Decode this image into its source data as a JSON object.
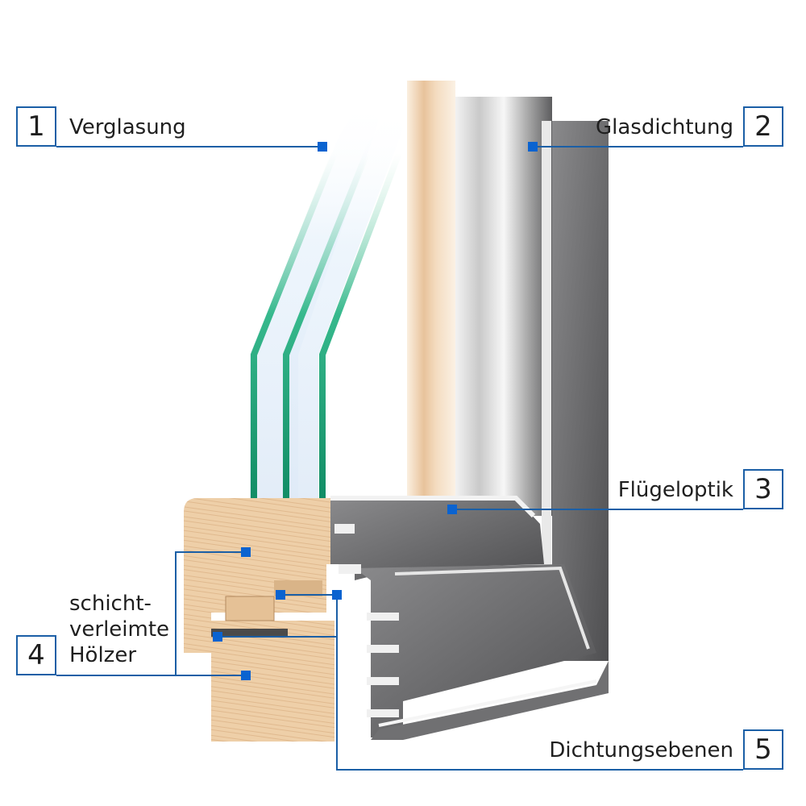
{
  "callouts": [
    {
      "number": "1",
      "label": "Verglasung"
    },
    {
      "number": "2",
      "label": "Glasdichtung"
    },
    {
      "number": "3",
      "label": "Flügeloptik"
    },
    {
      "number": "4",
      "label_lines": [
        "schicht-",
        "verleimte",
        "Hölzer"
      ]
    },
    {
      "number": "5",
      "label": "Dichtungsebenen"
    }
  ],
  "colors": {
    "accent": "#1b5fa6",
    "marker": "#0a63d0",
    "wood": "#e9c9a3",
    "aluminium": "#6a6a6c",
    "glass_edge": "#1aa37a"
  }
}
